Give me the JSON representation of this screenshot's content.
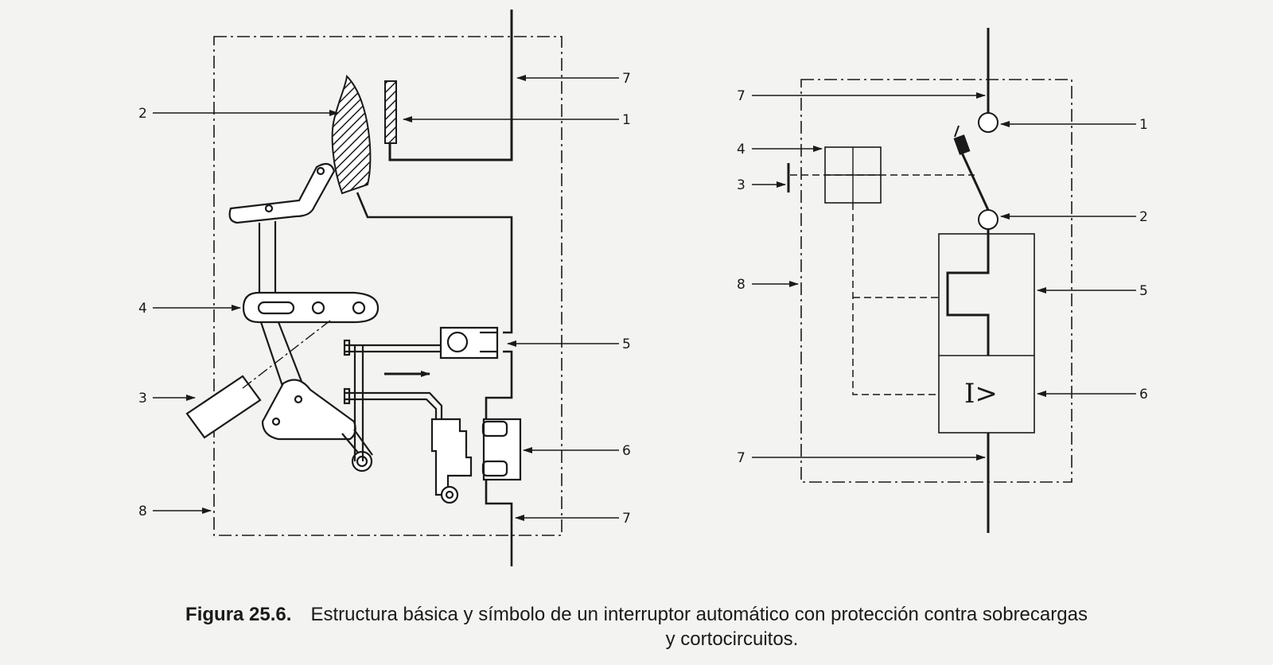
{
  "left_diagram": {
    "labels": [
      "7",
      "1",
      "2",
      "4",
      "5",
      "3",
      "6",
      "8",
      "7"
    ]
  },
  "right_diagram": {
    "labels": [
      "7",
      "1",
      "4",
      "3",
      "2",
      "8",
      "5",
      "6",
      "7"
    ],
    "protection_symbol": "I>"
  },
  "caption": {
    "number": "Figura 25.6.",
    "line1": "Estructura básica y símbolo de un interruptor automático con protección contra sobrecargas",
    "line2": "y cortocircuitos."
  }
}
